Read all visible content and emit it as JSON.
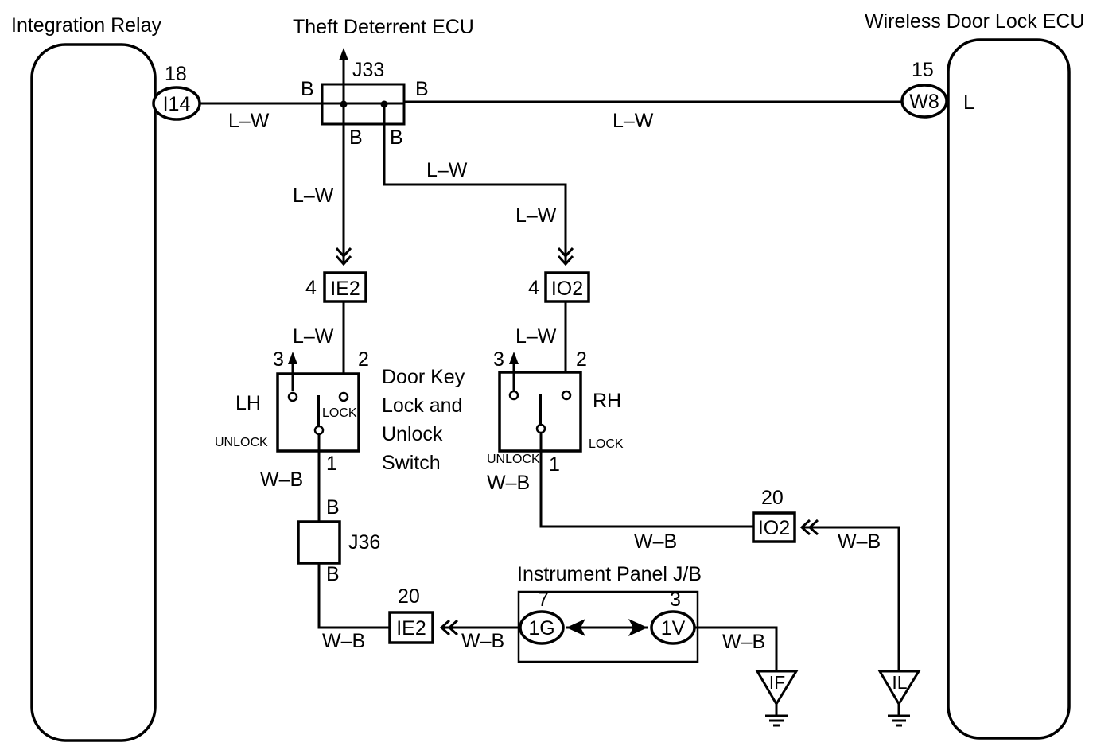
{
  "components": {
    "integration_relay": {
      "title": "Integration Relay",
      "pin": "18",
      "connector": "I14"
    },
    "theft_deterrent_ecu": {
      "title": "Theft Deterrent ECU"
    },
    "wireless_door_lock_ecu": {
      "title": "Wireless Door Lock ECU",
      "pin": "15",
      "connector": "W8",
      "terminal": "L"
    },
    "junction_j33": {
      "label": "J33",
      "pin_left": "B",
      "pin_right": "B",
      "pin_bottom_left": "B",
      "pin_bottom_right": "B"
    },
    "junction_j36": {
      "label": "J36",
      "pin_top": "B",
      "pin_bottom": "B"
    },
    "connector_ie2_top": {
      "label": "IE2",
      "pin": "4"
    },
    "connector_io2_top": {
      "label": "IO2",
      "pin": "4"
    },
    "connector_io2_bottom": {
      "label": "IO2",
      "pin": "20"
    },
    "connector_ie2_bottom": {
      "label": "IE2",
      "pin": "20"
    },
    "switch_lh": {
      "side": "LH",
      "pin_3": "3",
      "pin_2": "2",
      "pin_1": "1",
      "lock": "LOCK",
      "unlock": "UNLOCK"
    },
    "switch_rh": {
      "side": "RH",
      "pin_3": "3",
      "pin_2": "2",
      "pin_1": "1",
      "lock": "LOCK",
      "unlock": "UNLOCK"
    },
    "switch_title": {
      "line1": "Door Key",
      "line2": "Lock and",
      "line3": "Unlock",
      "line4": "Switch"
    },
    "instrument_panel_jb": {
      "title": "Instrument Panel J/B",
      "pin_left": "7",
      "pin_right": "3",
      "conn_left": "1G",
      "conn_right": "1V"
    },
    "ground_if": {
      "label": "IF"
    },
    "ground_il": {
      "label": "IL"
    }
  },
  "wires": {
    "lw_relay_j33": "L–W",
    "lw_j33_ecu": "L–W",
    "lw_j33_lh": "L–W",
    "lw_j33_rh_horizontal": "L–W",
    "lw_j33_rh_vertical": "L–W",
    "lw_ie2_switch": "L–W",
    "lw_io2_switch": "L–W",
    "wb_lh_switch": "W–B",
    "wb_rh_switch": "W–B",
    "wb_rh_to_io2": "W–B",
    "wb_io2_to_ground": "W–B",
    "wb_j36_bottom": "W–B",
    "wb_ie2_to_jb": "W–B",
    "wb_jb_to_ground": "W–B"
  }
}
